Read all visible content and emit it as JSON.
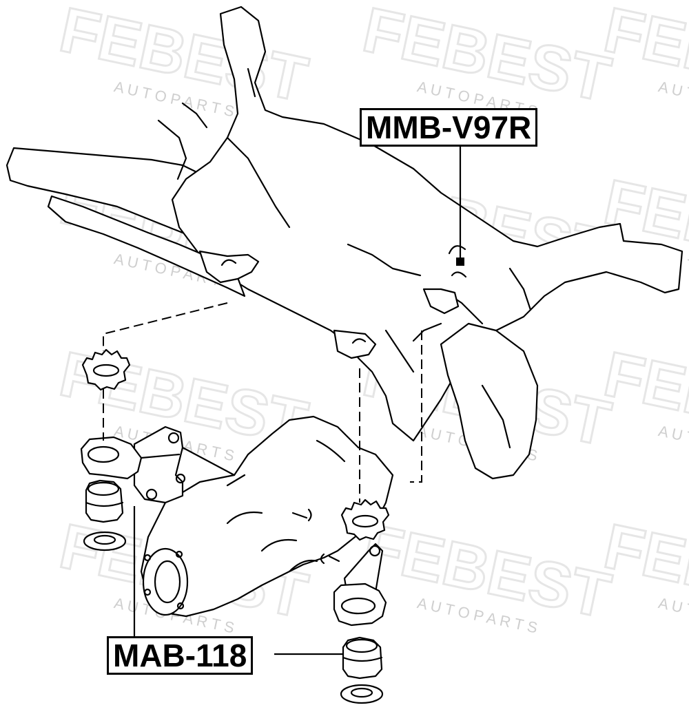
{
  "watermark": {
    "brand": "FEBEST",
    "subtitle": "A U T O   P A R T S",
    "color": "#e6e6e6"
  },
  "diagram": {
    "line_color": "#000000",
    "background": "#ffffff"
  },
  "labels": {
    "top_right": "MMB-V97R",
    "bottom_left": "MAB-118"
  }
}
